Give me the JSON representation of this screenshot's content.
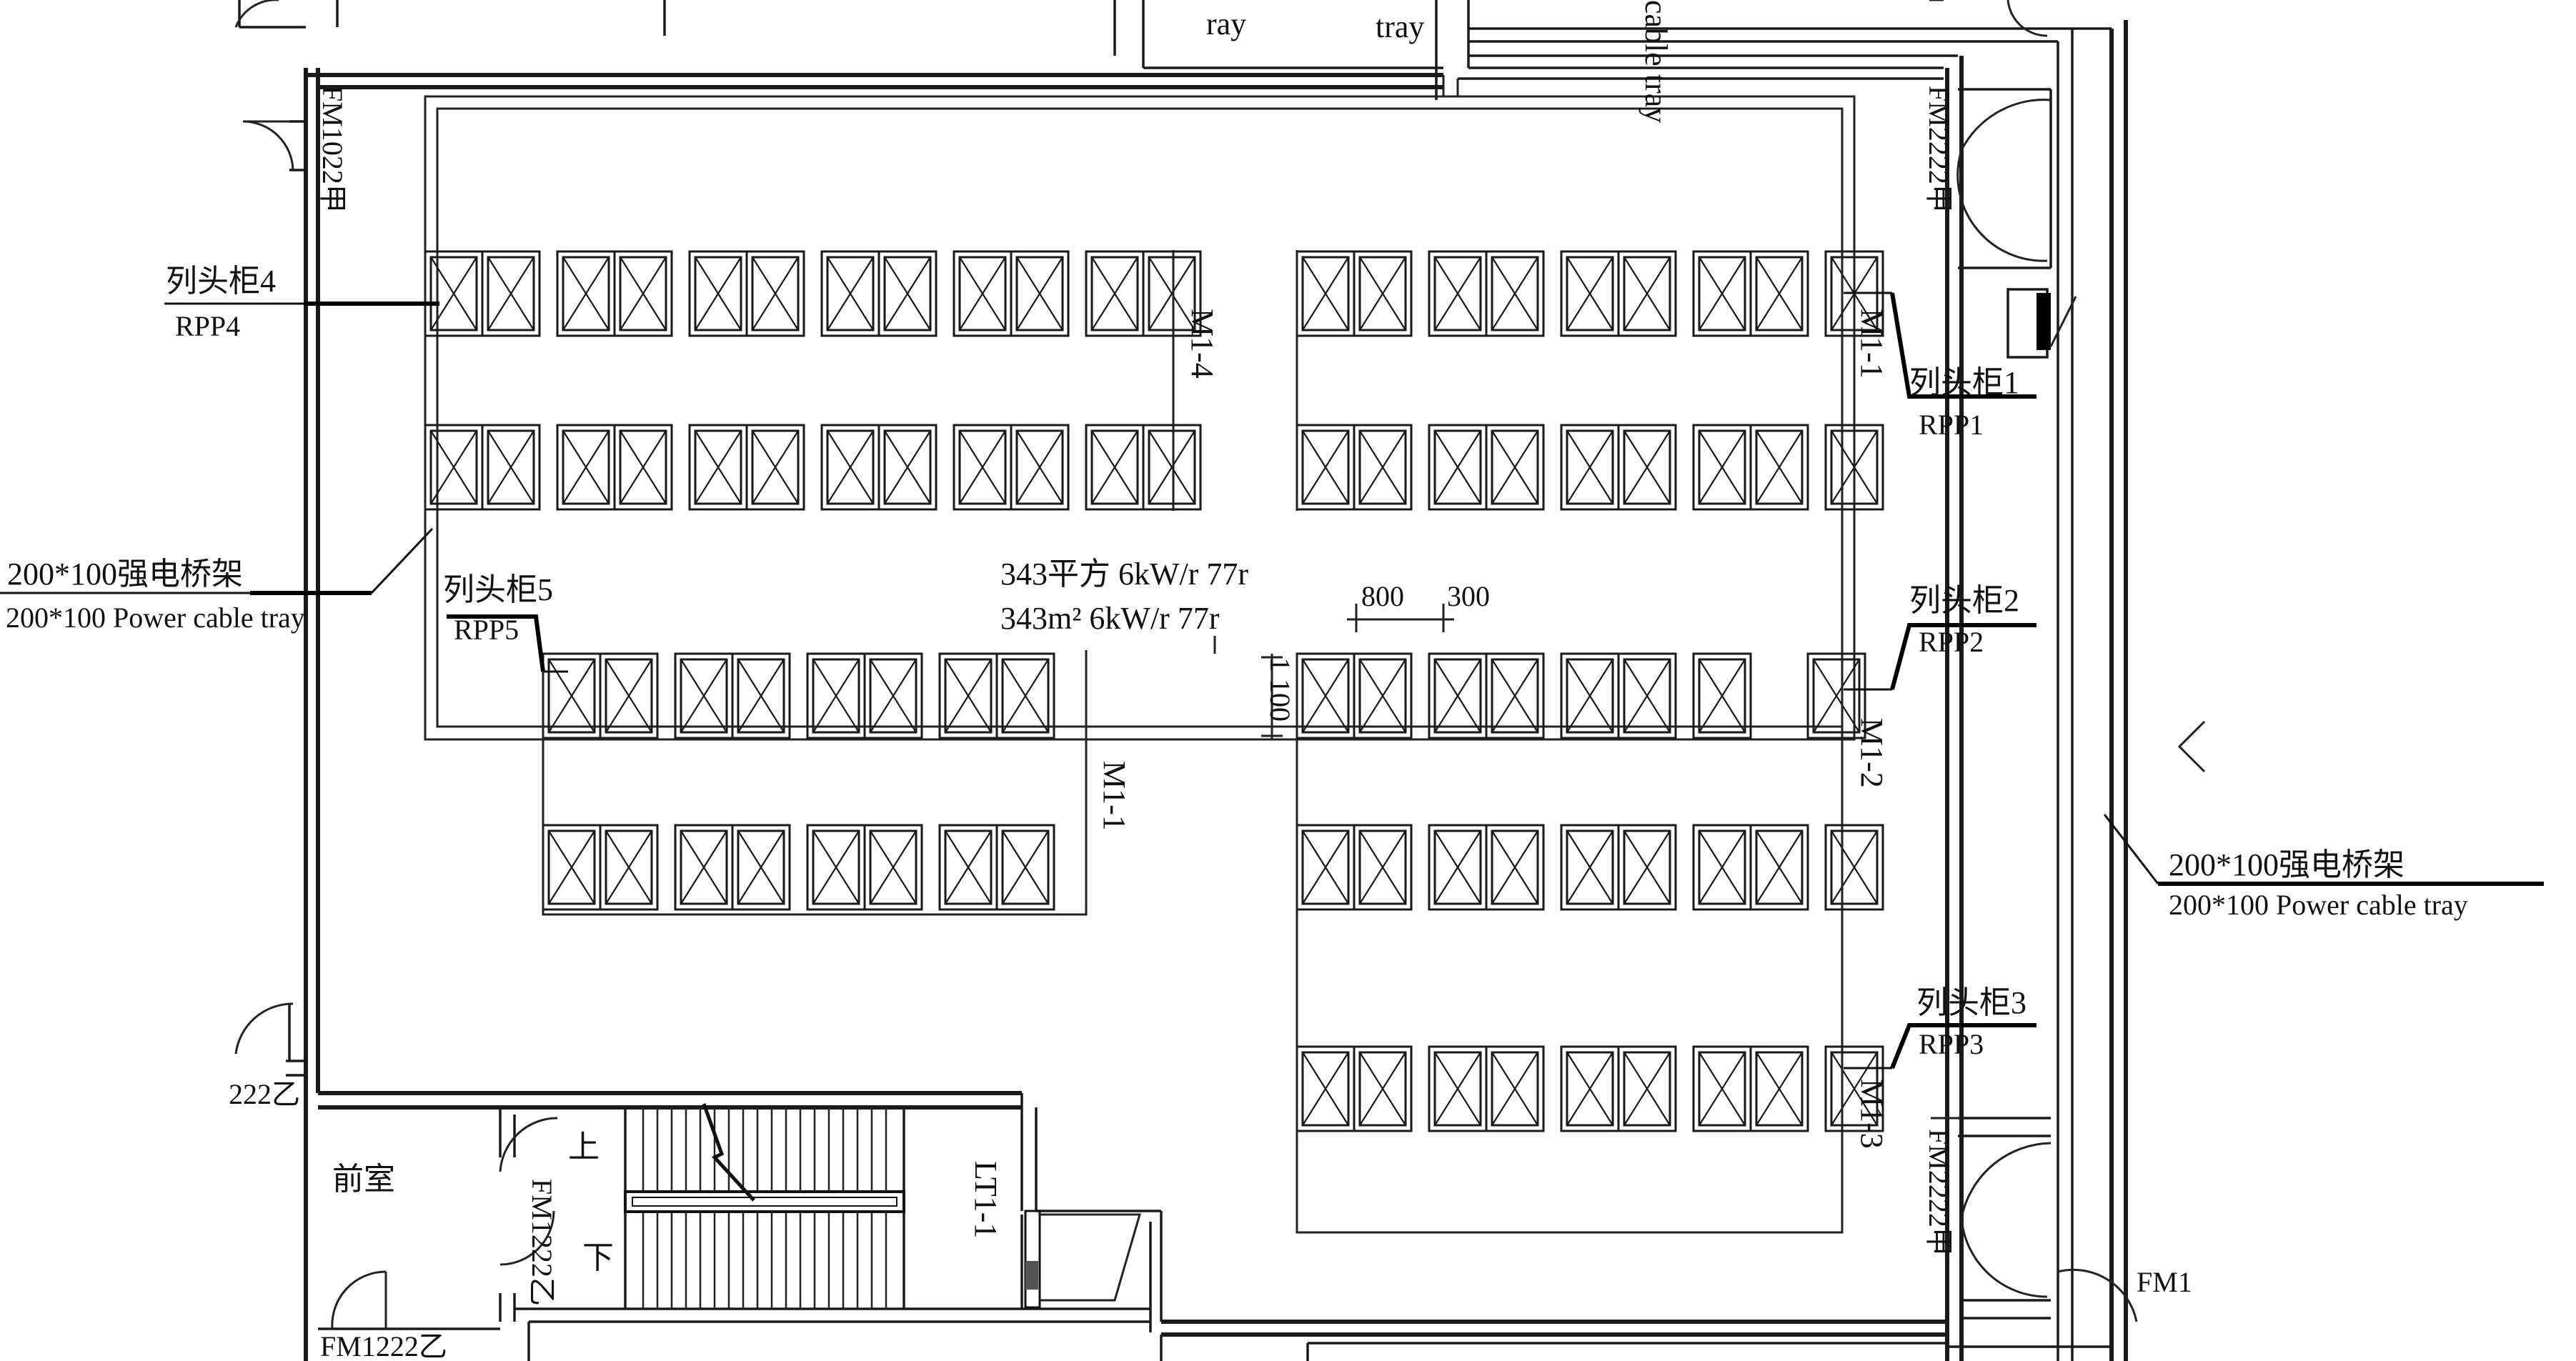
{
  "labels": {
    "tray_top_1": "ray",
    "tray_top_2": "tray",
    "tray_top_vertical": "cable tray",
    "door_fm1022": "FM1022甲",
    "door_fm2222_top": "FM2222甲",
    "door_fm2222_bottom": "FM2222甲",
    "door_222": "222乙",
    "door_fm1222_v": "FM1222乙",
    "door_fm1222_bottom": "FM1222乙",
    "door_fm1": "FM1",
    "rpp4_cn": "列头柜4",
    "rpp4_en": "RPP4",
    "rpp1_cn": "列头柜1",
    "rpp1_en": "RPP1",
    "rpp2_cn": "列头柜2",
    "rpp2_en": "RPP2",
    "rpp3_cn": "列头柜3",
    "rpp3_en": "RPP3",
    "rpp5_cn": "列头柜5",
    "rpp5_en": "RPP5",
    "tray_left_cn": "200*100强电桥架",
    "tray_left_en": "200*100 Power cable tray",
    "tray_right_cn": "200*100强电桥架",
    "tray_right_en": "200*100 Power cable tray",
    "area_cn": "343平方 6kW/r 77r",
    "area_en": "343m² 6kW/r 77r",
    "dim_800": "800",
    "dim_300": "300",
    "dim_1100": "1 100",
    "row_m1_4": "M1-4",
    "row_m1_1_top": "M1-1",
    "row_m1_1_left": "M1-1",
    "row_m1_2": "M1-2",
    "row_m1_3": "M1-3",
    "anteroom": "前室",
    "stair_up": "上",
    "stair_down": "下",
    "elevator": "LT1-1"
  }
}
